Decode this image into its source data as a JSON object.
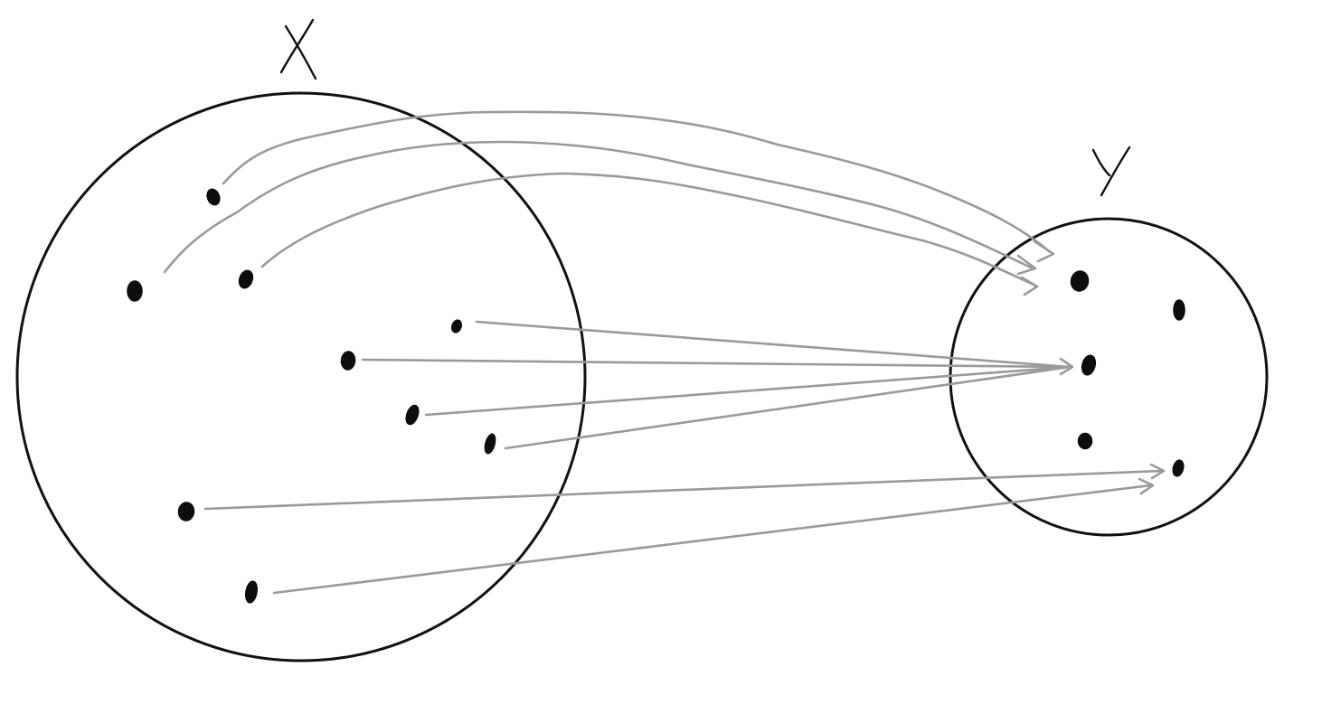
{
  "sets": {
    "domain": {
      "label": "X",
      "point_count": 9
    },
    "codomain": {
      "label": "Y",
      "point_count": 5
    }
  },
  "mapping": [
    {
      "from": 0,
      "to": 0
    },
    {
      "from": 1,
      "to": 0
    },
    {
      "from": 2,
      "to": 0
    },
    {
      "from": 3,
      "to": 1
    },
    {
      "from": 4,
      "to": 1
    },
    {
      "from": 5,
      "to": 1
    },
    {
      "from": 6,
      "to": 1
    },
    {
      "from": 7,
      "to": 4
    },
    {
      "from": 8,
      "to": 4
    }
  ],
  "colors": {
    "outline": "#111111",
    "point": "#0d0d0d",
    "arrow": "#9a9a9a"
  }
}
